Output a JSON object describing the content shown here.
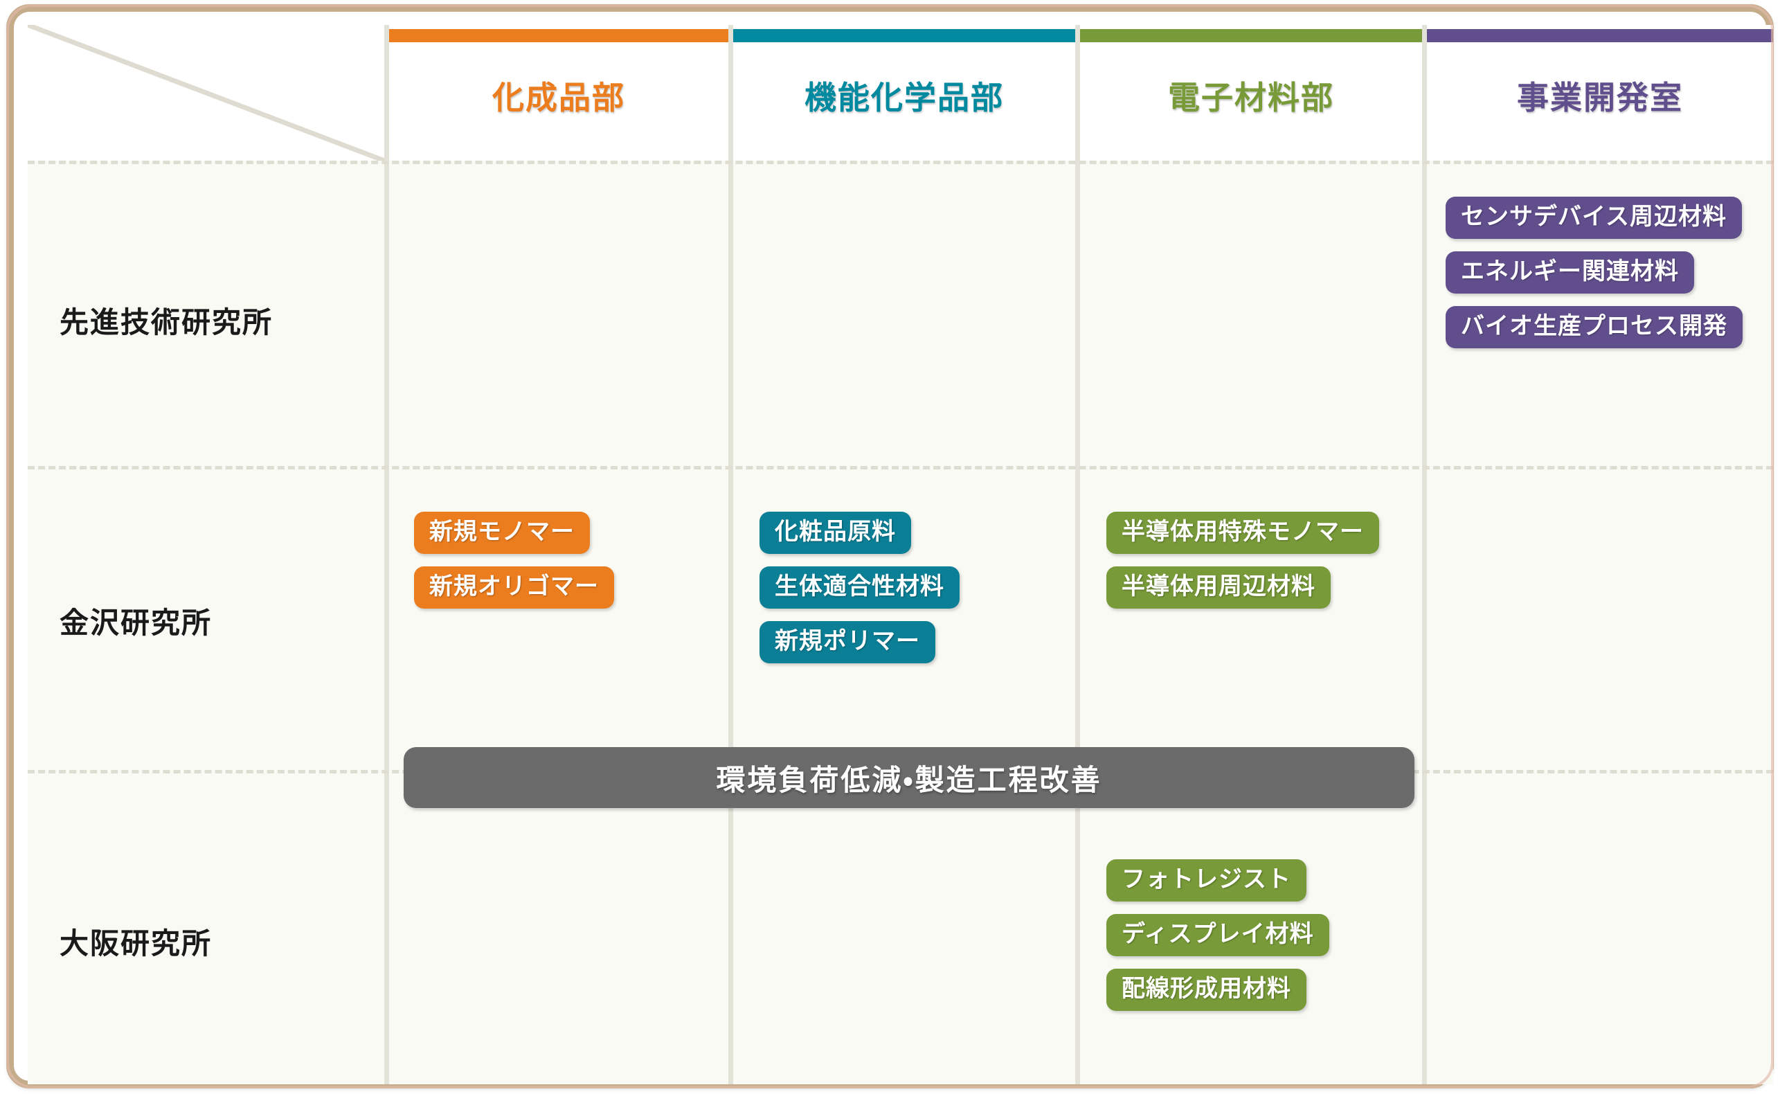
{
  "figure": {
    "frame_color": "#c4ab8a",
    "surface_color": "#fafaf5",
    "separator_color": "#ddddd2"
  },
  "columns": [
    {
      "key": "corner",
      "label": "",
      "color": ""
    },
    {
      "key": "kasei",
      "label": "化成品部",
      "color": "#ec7d1e"
    },
    {
      "key": "kinou",
      "label": "機能化学品部",
      "color": "#00899f"
    },
    {
      "key": "denshi",
      "label": "電子材料部",
      "color": "#789a38"
    },
    {
      "key": "jigyou",
      "label": "事業開発室",
      "color": "#614e8c"
    }
  ],
  "rows": [
    {
      "key": "senshin",
      "label": "先進技術研究所"
    },
    {
      "key": "kanazawa",
      "label": "金沢研究所"
    },
    {
      "key": "osaka",
      "label": "大阪研究所"
    }
  ],
  "cells": {
    "senshin_jigyou": [
      "センサデバイス周辺材料",
      "エネルギー関連材料",
      "バイオ生産プロセス開発"
    ],
    "kanazawa_kasei": [
      "新規モノマー",
      "新規オリゴマー"
    ],
    "kanazawa_kinou": [
      "化粧品原料",
      "生体適合性材料",
      "新規ポリマー"
    ],
    "kanazawa_denshi": [
      "半導体用特殊モノマー",
      "半導体用周辺材料"
    ],
    "osaka_denshi": [
      "フォトレジスト",
      "ディスプレイ材料",
      "配線形成用材料"
    ]
  },
  "span_bar": {
    "label": "環境負荷低減・製造工程改善",
    "color": "#6b6b6b"
  }
}
